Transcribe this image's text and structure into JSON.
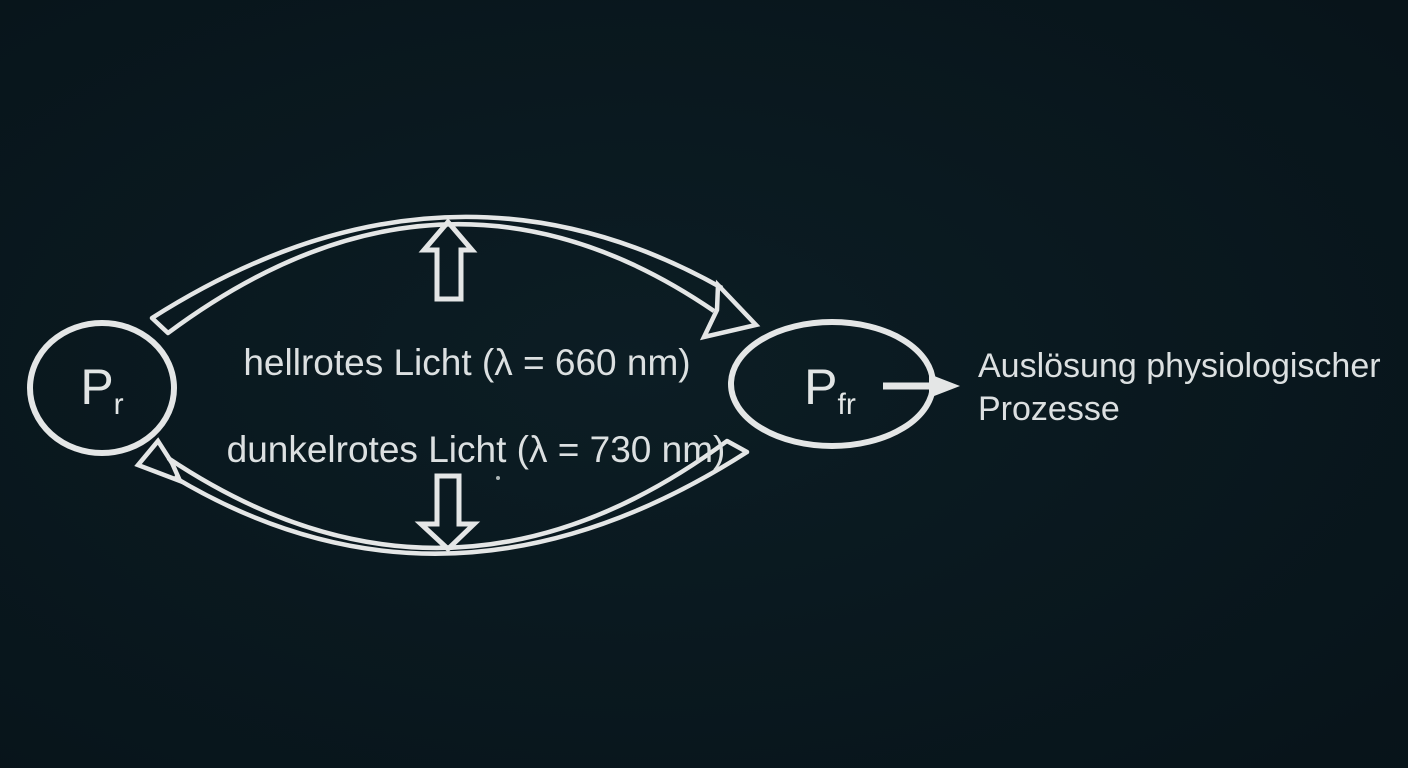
{
  "colors": {
    "background_center": "#0c1d24",
    "background_edge": "#071319",
    "line": "#e4e6e6",
    "text": "#dce0e1"
  },
  "nodes": {
    "pr": {
      "main": "P",
      "sub": "r"
    },
    "pfr": {
      "main": "P",
      "sub": "fr"
    }
  },
  "labels": {
    "forward": "hellrotes Licht (λ = 660 nm)",
    "reverse": "dunkelrotes Licht (λ = 730 nm)"
  },
  "output": {
    "line1": "Auslösung physiologischer",
    "line2": "Prozesse"
  },
  "icons": {
    "cycle_top": "curved-arrow-pr-to-pfr",
    "cycle_bottom": "curved-arrow-pfr-to-pr",
    "up_arrow": "hollow-up-arrow",
    "down_arrow": "hollow-down-arrow",
    "output_arrow": "solid-right-arrow"
  }
}
